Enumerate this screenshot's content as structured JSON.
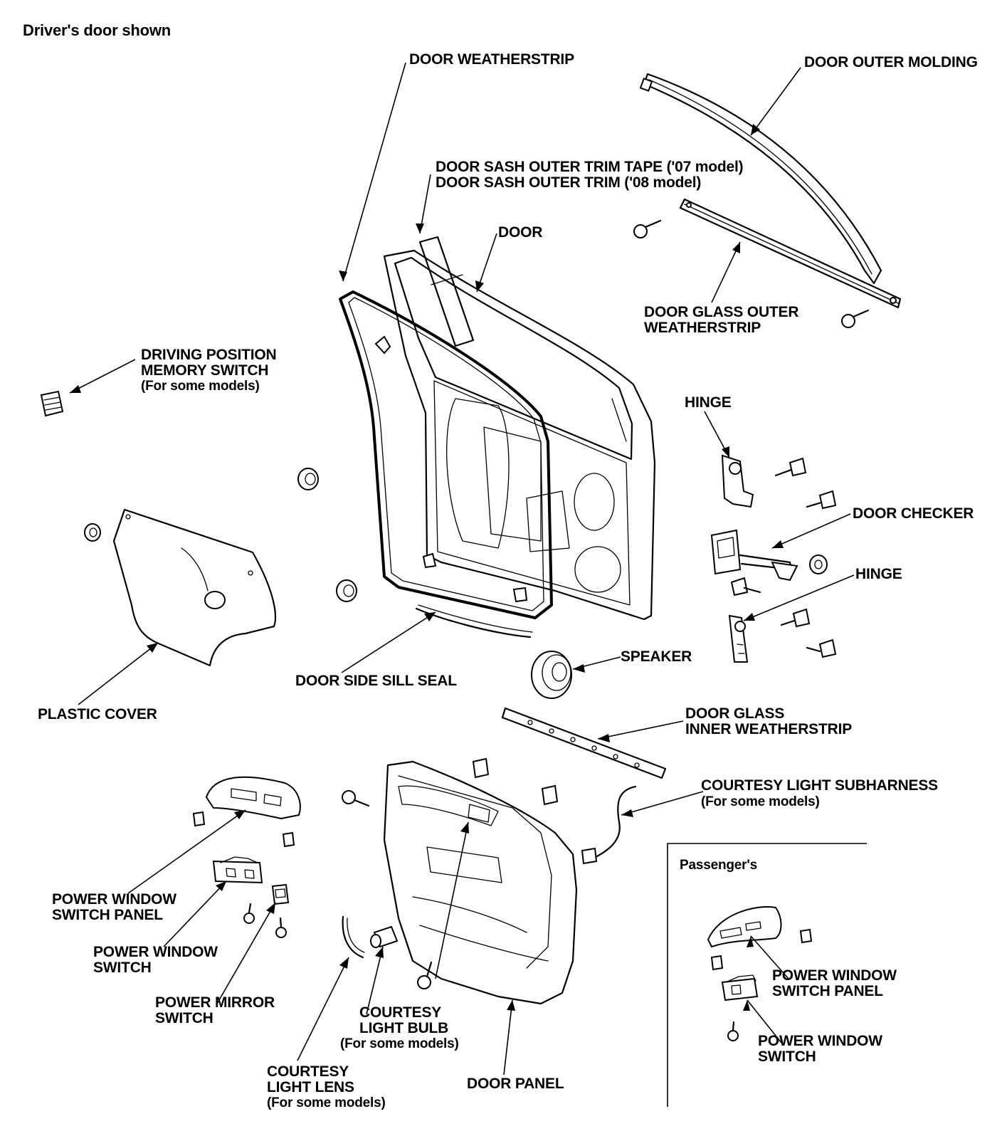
{
  "title": "Driver's door shown",
  "parts": {
    "door_weatherstrip": "DOOR WEATHERSTRIP",
    "door_outer_molding": "DOOR OUTER MOLDING",
    "trim_tape_07": "DOOR SASH OUTER TRIM TAPE ('07 model)",
    "trim_08": "DOOR SASH OUTER TRIM ('08 model)",
    "door": "DOOR",
    "glass_outer_ws": [
      "DOOR GLASS OUTER",
      "WEATHERSTRIP"
    ],
    "memory_switch": [
      "DRIVING POSITION",
      "MEMORY SWITCH",
      "(For some models)"
    ],
    "hinge_upper": "HINGE",
    "door_checker": "DOOR CHECKER",
    "hinge_lower": "HINGE",
    "plastic_cover": "PLASTIC COVER",
    "sill_seal": "DOOR SIDE SILL SEAL",
    "speaker": "SPEAKER",
    "glass_inner_ws": [
      "DOOR GLASS",
      "INNER WEATHERSTRIP"
    ],
    "courtesy_subharness": [
      "COURTESY LIGHT SUBHARNESS",
      "(For some models)"
    ],
    "pw_switch_panel": [
      "POWER WINDOW",
      "SWITCH PANEL"
    ],
    "pw_switch": [
      "POWER WINDOW",
      "SWITCH"
    ],
    "mirror_switch": [
      "POWER MIRROR",
      "SWITCH"
    ],
    "courtesy_bulb": [
      "COURTESY",
      "LIGHT BULB",
      "(For some models)"
    ],
    "courtesy_lens": [
      "COURTESY",
      "LIGHT LENS",
      "(For some models)"
    ],
    "door_panel": "DOOR PANEL"
  },
  "passenger": {
    "heading": "Passenger's",
    "pw_switch_panel": [
      "POWER WINDOW",
      "SWITCH PANEL"
    ],
    "pw_switch": [
      "POWER WINDOW",
      "SWITCH"
    ]
  }
}
